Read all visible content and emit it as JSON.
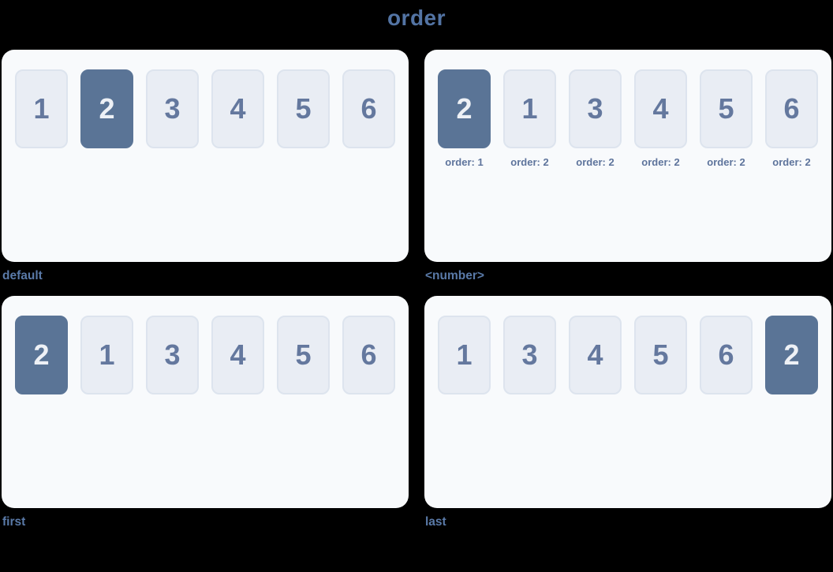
{
  "title": "order",
  "colors": {
    "page_background": "#000000",
    "title_text": "#5374a4",
    "caption_text": "#5a7aa8",
    "panel_background": "#f8fafc",
    "box_background": "#e9edf4",
    "box_border": "#dde4ee",
    "box_text": "#64789e",
    "highlight_background": "#5a7496",
    "highlight_text": "#eef1f6",
    "order_label_text": "#5e749c"
  },
  "panels": [
    {
      "caption": "default",
      "boxes": [
        {
          "label": "1",
          "highlighted": false
        },
        {
          "label": "2",
          "highlighted": true
        },
        {
          "label": "3",
          "highlighted": false
        },
        {
          "label": "4",
          "highlighted": false
        },
        {
          "label": "5",
          "highlighted": false
        },
        {
          "label": "6",
          "highlighted": false
        }
      ]
    },
    {
      "caption": "<number>",
      "boxes": [
        {
          "label": "2",
          "highlighted": true,
          "order_label": "order: 1"
        },
        {
          "label": "1",
          "highlighted": false,
          "order_label": "order: 2"
        },
        {
          "label": "3",
          "highlighted": false,
          "order_label": "order: 2"
        },
        {
          "label": "4",
          "highlighted": false,
          "order_label": "order: 2"
        },
        {
          "label": "5",
          "highlighted": false,
          "order_label": "order: 2"
        },
        {
          "label": "6",
          "highlighted": false,
          "order_label": "order: 2"
        }
      ]
    },
    {
      "caption": "first",
      "boxes": [
        {
          "label": "2",
          "highlighted": true
        },
        {
          "label": "1",
          "highlighted": false
        },
        {
          "label": "3",
          "highlighted": false
        },
        {
          "label": "4",
          "highlighted": false
        },
        {
          "label": "5",
          "highlighted": false
        },
        {
          "label": "6",
          "highlighted": false
        }
      ]
    },
    {
      "caption": "last",
      "boxes": [
        {
          "label": "1",
          "highlighted": false
        },
        {
          "label": "3",
          "highlighted": false
        },
        {
          "label": "4",
          "highlighted": false
        },
        {
          "label": "5",
          "highlighted": false
        },
        {
          "label": "6",
          "highlighted": false
        },
        {
          "label": "2",
          "highlighted": true
        }
      ]
    }
  ]
}
